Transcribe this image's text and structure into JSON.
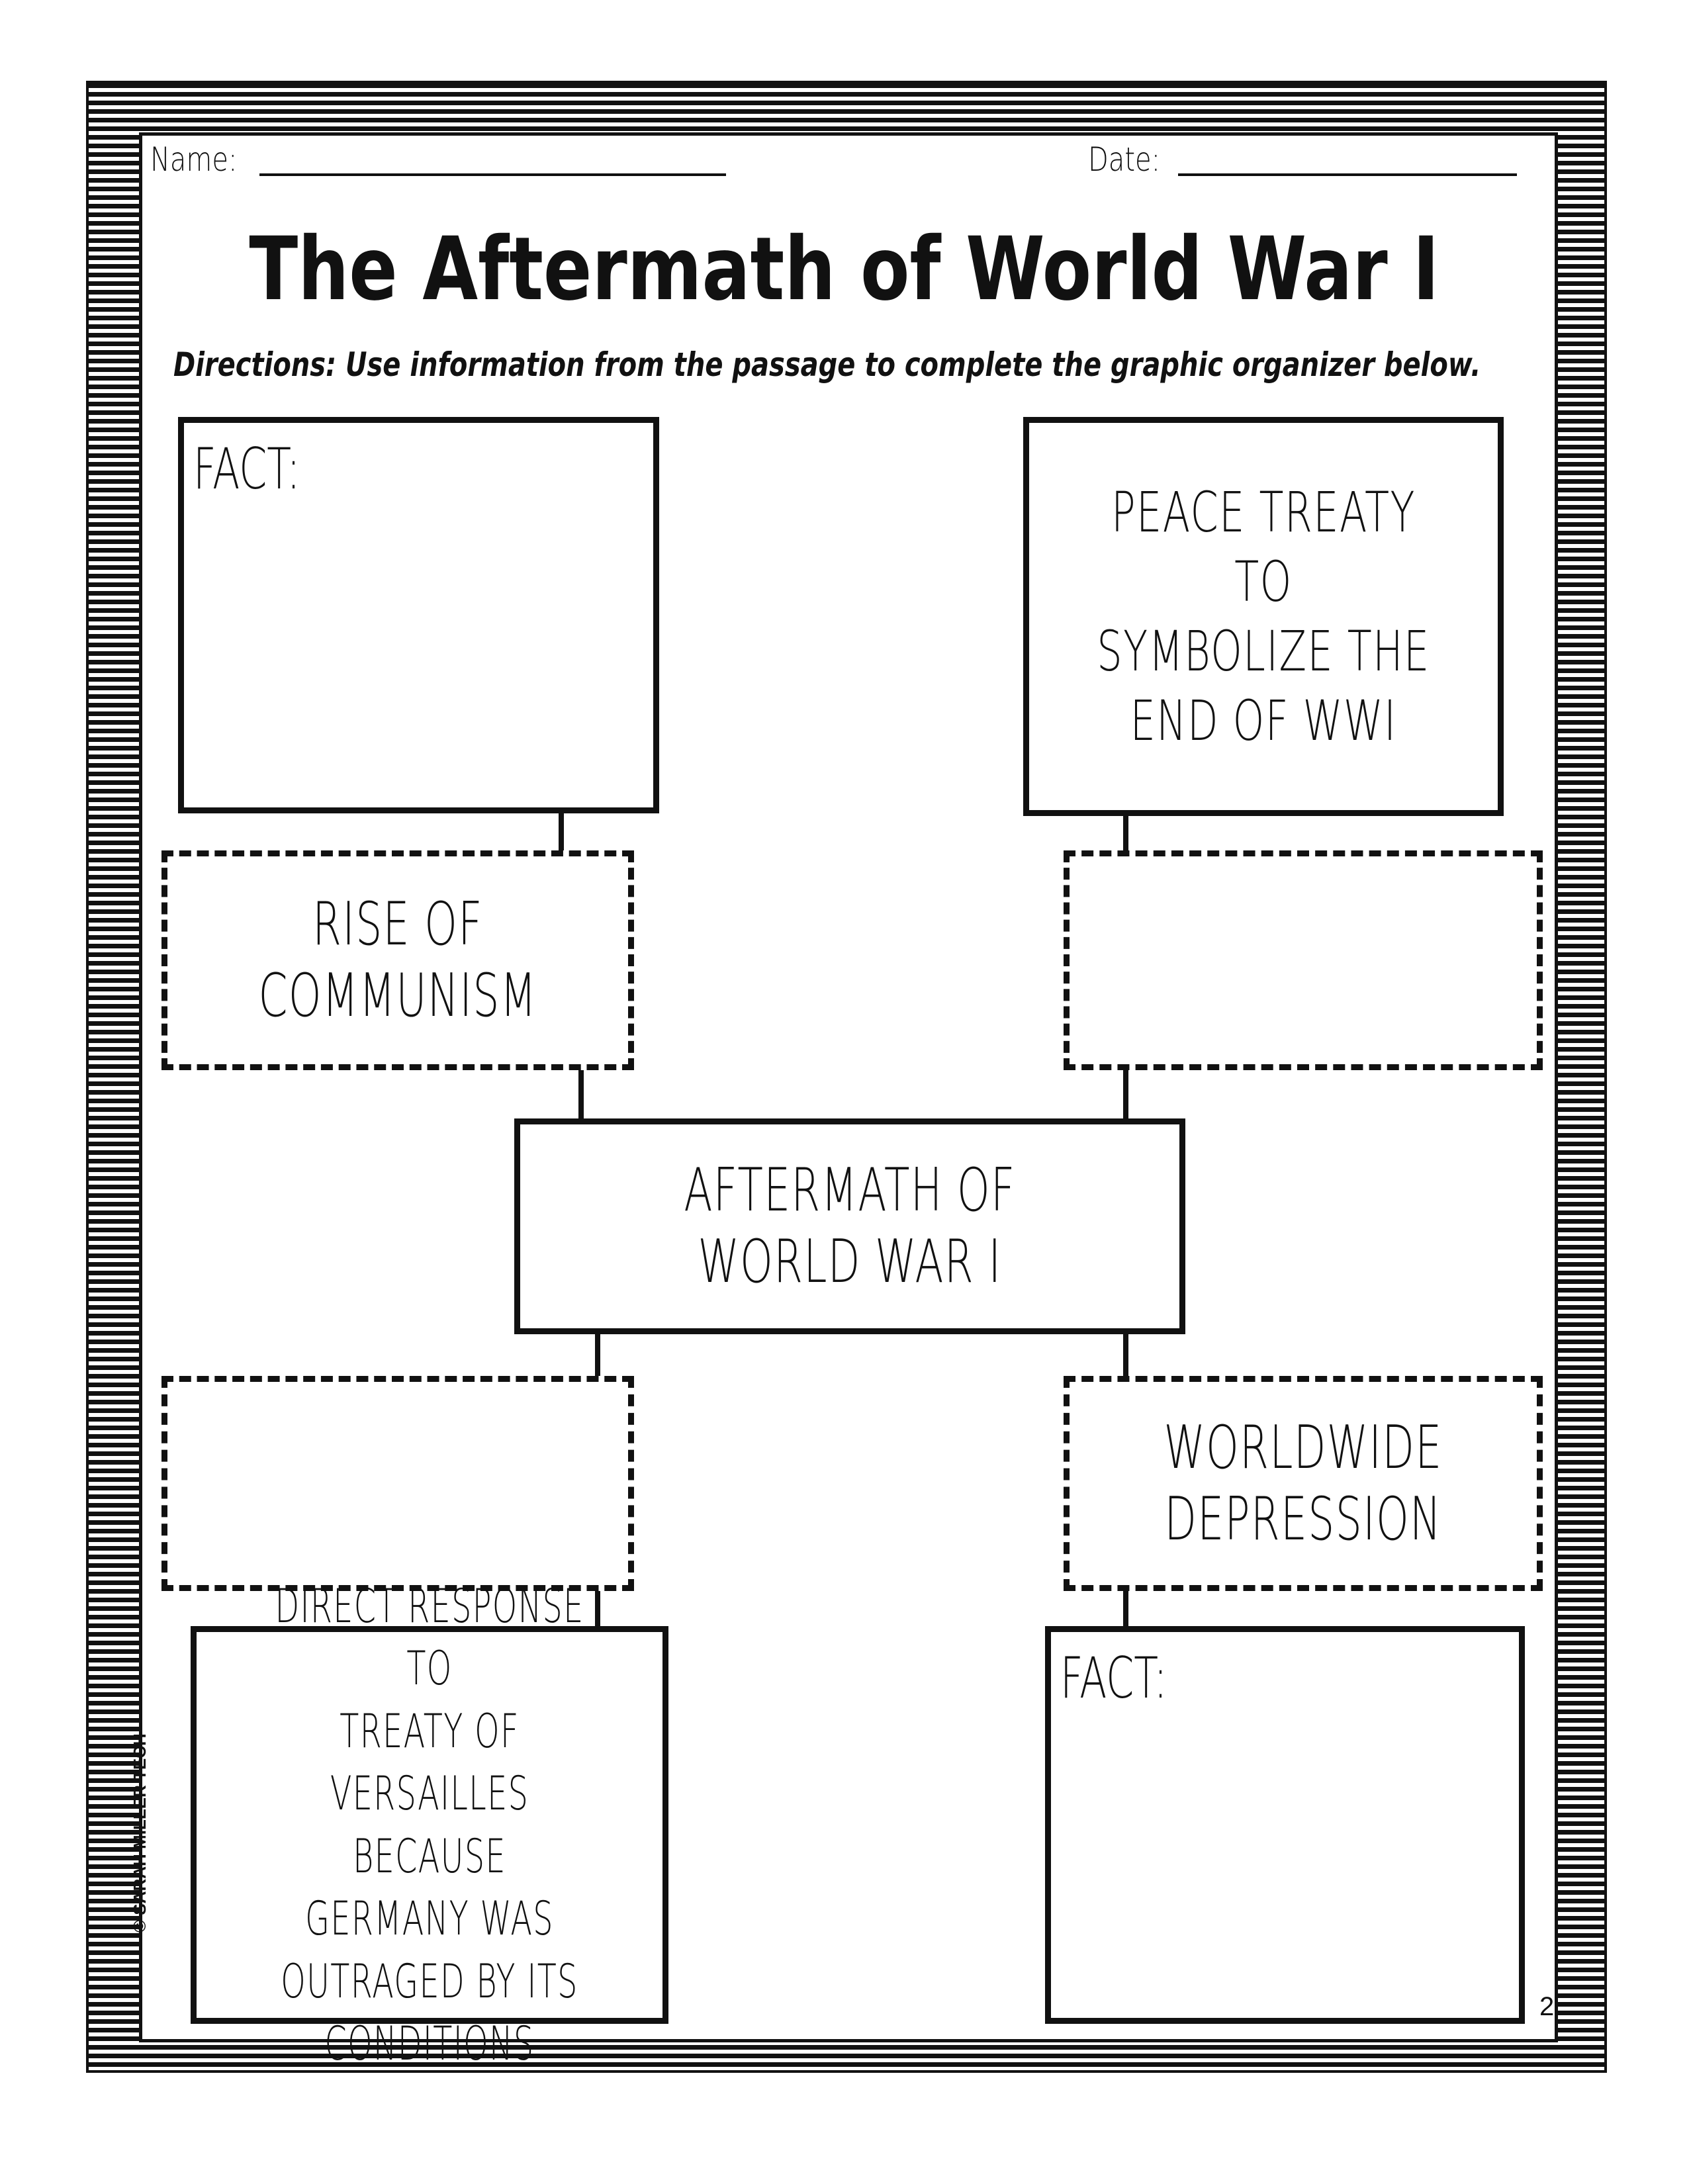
{
  "header": {
    "name_label": "Name:",
    "date_label": "Date:"
  },
  "title": "The Aftermath of World War I",
  "directions": "Directions: Use information from the passage to complete the graphic organizer below.",
  "organizer": {
    "top_left": {
      "text": "FACT:"
    },
    "top_right": {
      "lines": [
        "PEACE TREATY TO",
        "SYMBOLIZE THE",
        "END OF WWI"
      ]
    },
    "mid_left": {
      "lines": [
        "RISE OF",
        "COMMUNISM"
      ]
    },
    "mid_right": {
      "lines": []
    },
    "center": {
      "lines": [
        "AFTERMATH OF",
        "WORLD WAR I"
      ]
    },
    "lower_left": {
      "lines": []
    },
    "lower_right": {
      "lines": [
        "WORLDWIDE",
        "DEPRESSION"
      ]
    },
    "bottom_left": {
      "lines": [
        "DIRECT RESPONSE TO",
        "TREATY OF VERSAILLES",
        "BECAUSE GERMANY WAS",
        "OUTRAGED BY ITS",
        "CONDITIONS"
      ]
    },
    "bottom_right": {
      "text": "FACT:"
    }
  },
  "footer": {
    "copyright": "© SARAH MILLER TECH",
    "page_number": "2"
  }
}
